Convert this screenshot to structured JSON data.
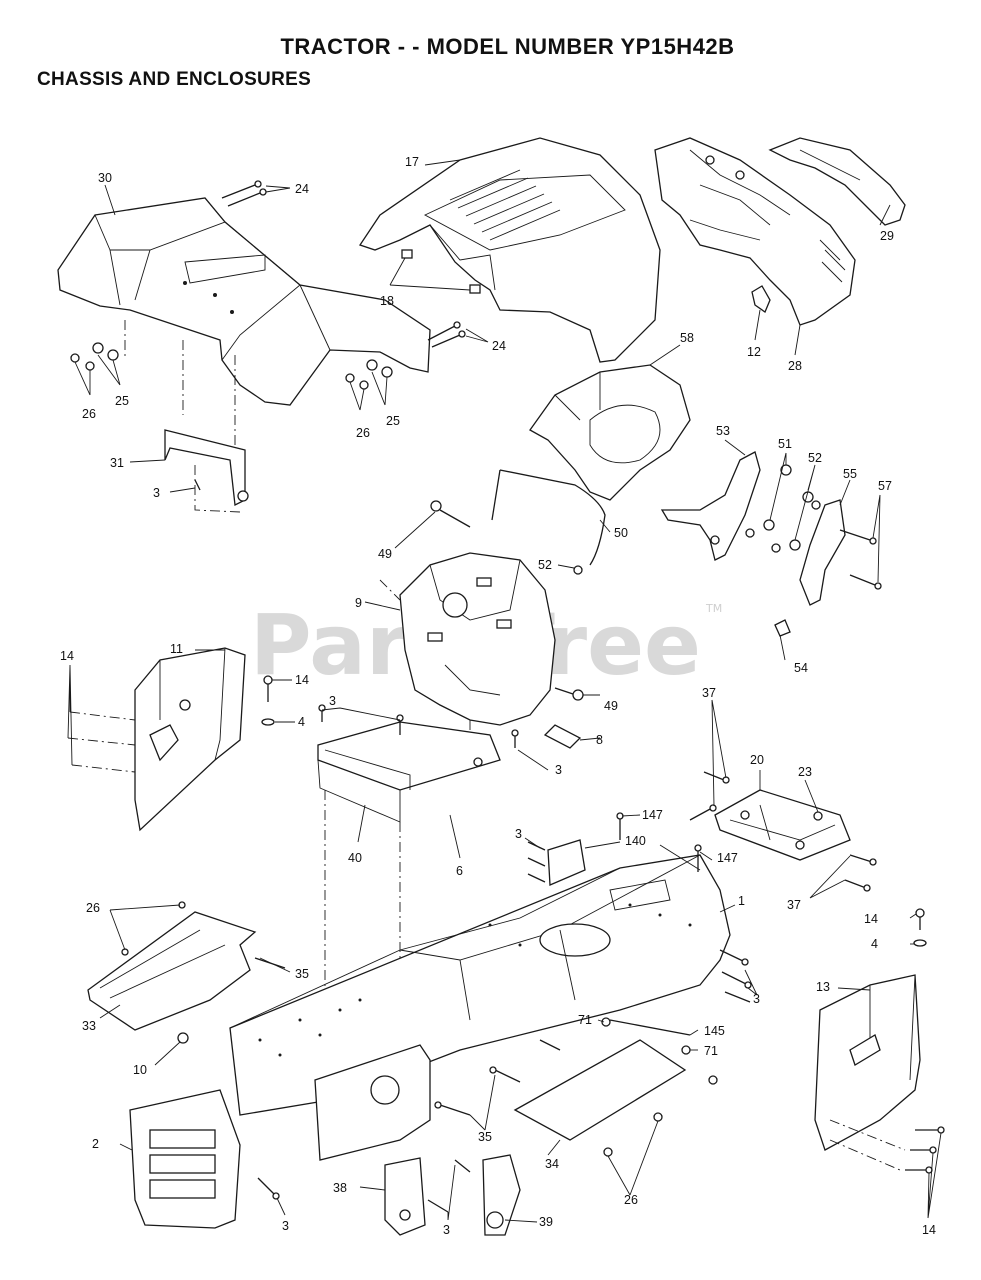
{
  "title": "TRACTOR - - MODEL NUMBER YP15H42B",
  "subtitle": "CHASSIS AND ENCLOSURES",
  "watermark": "PartsTree",
  "watermark_tm": "TM",
  "labels": {
    "l30": "30",
    "l24a": "24",
    "l17": "17",
    "l29": "29",
    "l18": "18",
    "l12": "12",
    "l28": "28",
    "l24b": "24",
    "l26a": "26",
    "l25a": "25",
    "l26b": "26",
    "l25b": "25",
    "l58": "58",
    "l31": "31",
    "l3a": "3",
    "l53": "53",
    "l51": "51",
    "l52a": "52",
    "l55": "55",
    "l57": "57",
    "l49a": "49",
    "l50": "50",
    "l52b": "52",
    "l9": "9",
    "l54": "54",
    "l14a": "14",
    "l11": "11",
    "l14b": "14",
    "l4a": "4",
    "l3b": "3",
    "l49b": "49",
    "l8": "8",
    "l3c": "3",
    "l37a": "37",
    "l20": "20",
    "l23": "23",
    "l40": "40",
    "l6": "6",
    "l147a": "147",
    "l3d": "3",
    "l140": "140",
    "l147b": "147",
    "l37b": "37",
    "l1": "1",
    "l26c": "26",
    "l35a": "35",
    "l14c": "14",
    "l4b": "4",
    "l13": "13",
    "l3e": "3",
    "l33": "33",
    "l10": "10",
    "l71a": "71",
    "l145": "145",
    "l71b": "71",
    "l2": "2",
    "l35b": "35",
    "l34": "34",
    "l26d": "26",
    "l3f": "3",
    "l38": "38",
    "l3g": "3",
    "l39": "39",
    "l14d": "14"
  }
}
